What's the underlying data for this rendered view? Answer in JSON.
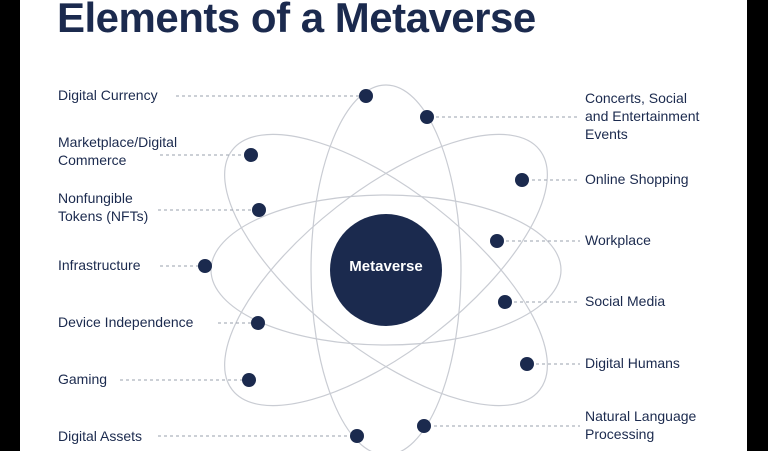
{
  "title": "Elements of a Metaverse",
  "center": "Metaverse",
  "colors": {
    "navy": "#1b2a4e",
    "orbit": "#c9ccd3",
    "dash": "#9aa0ad",
    "background": "#ffffff"
  },
  "left_labels": [
    "Digital Currency",
    "Marketplace/Digital\nCommerce",
    "Nonfungible\nTokens (NFTs)",
    "Infrastructure",
    "Device Independence",
    "Gaming",
    "Digital Assets"
  ],
  "right_labels": [
    "Concerts, Social\nand Entertainment\nEvents",
    "Online Shopping",
    "Workplace",
    "Social Media",
    "Digital Humans",
    "Natural Language\nProcessing"
  ]
}
